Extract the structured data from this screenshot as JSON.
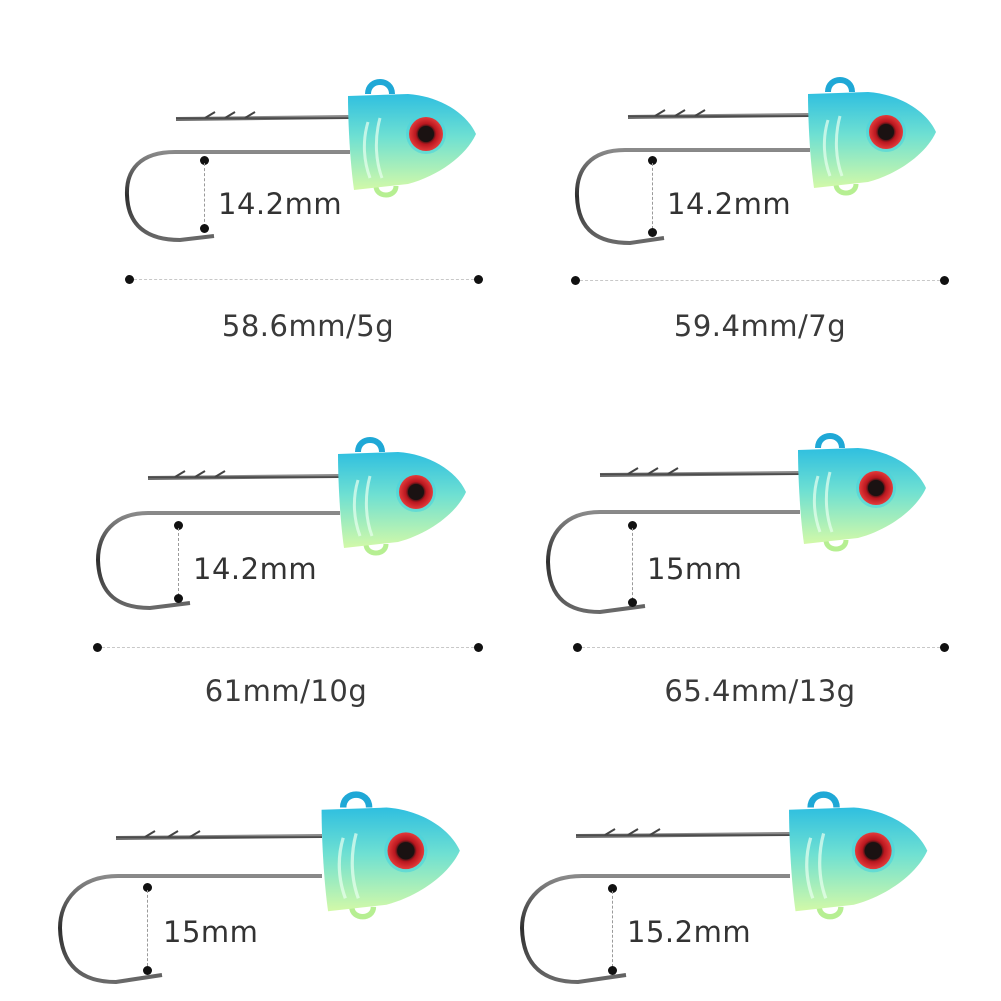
{
  "colors": {
    "background": "#ffffff",
    "head_top": "#35c6dc",
    "head_bottom": "#cdf7a6",
    "eye_ring": "#d4222a",
    "eye_pupil": "#2a1a1a",
    "hook_metal": "#4a4a4a",
    "text": "#333333",
    "dot": "#111111",
    "dashed_line": "#c8c8c8"
  },
  "items": [
    {
      "gap_label": "14.2mm",
      "size_label": "58.6mm/5g"
    },
    {
      "gap_label": "14.2mm",
      "size_label": "59.4mm/7g"
    },
    {
      "gap_label": "14.2mm",
      "size_label": "61mm/10g"
    },
    {
      "gap_label": "15mm",
      "size_label": "65.4mm/13g"
    },
    {
      "gap_label": "15mm"
    },
    {
      "gap_label": "15.2mm"
    }
  ]
}
